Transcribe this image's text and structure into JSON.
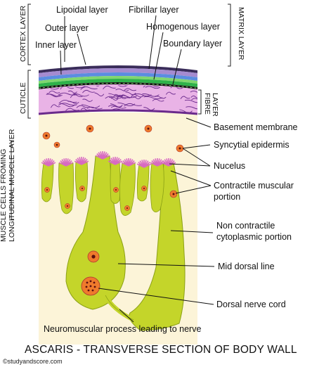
{
  "labels": {
    "lipoidal_layer": "Lipoidal layer",
    "fibrillar_layer": "Fibrillar layer",
    "outer_layer": "Outer layer",
    "homogenous_layer": "Homogenous layer",
    "inner_layer": "Inner layer",
    "boundary_layer": "Boundary layer",
    "basement_membrane": "Basement membrane",
    "syncytial_epidermis": "Syncytial epidermis",
    "nucelus": "Nucelus",
    "contractile_portion_1": "Contractile muscular",
    "contractile_portion_2": "portion",
    "non_contractile_1": "Non contractile",
    "non_contractile_2": "cytoplasmic portion",
    "mid_dorsal_line": "Mid dorsal line",
    "dorsal_nerve_cord": "Dorsal nerve cord",
    "neuromuscular": "Neuromuscular process leading to nerve"
  },
  "side_labels": {
    "cortex_layer": "CORTEX LAYER",
    "matrix_layer": "MATRIX LAYER",
    "cuticle": "CUTICLE",
    "fibre_layer_1": "FIBRE",
    "fibre_layer_2": "LAYER",
    "muscle_cells_1": "MUSCLE CELLS FROMING",
    "muscle_cells_2": "LONGITUDINAL MUSCLE LAYER"
  },
  "title": "ASCARIS - TRANSVERSE SECTION OF BODY WALL",
  "credit": "©studyandscore.com",
  "colors": {
    "cortex_purple": "#8b6bb8",
    "layer_blue": "#3d7fd6",
    "layer_green": "#2fb24a",
    "fibre_pink": "#e9b3e6",
    "fibre_purple": "#6a2a8c",
    "epidermis": "#fcf4d8",
    "muscle": "#c4d52a",
    "muscle_dark": "#8ba015",
    "nucleus": "#ef7a2c",
    "fringe": "#d86ac2"
  }
}
